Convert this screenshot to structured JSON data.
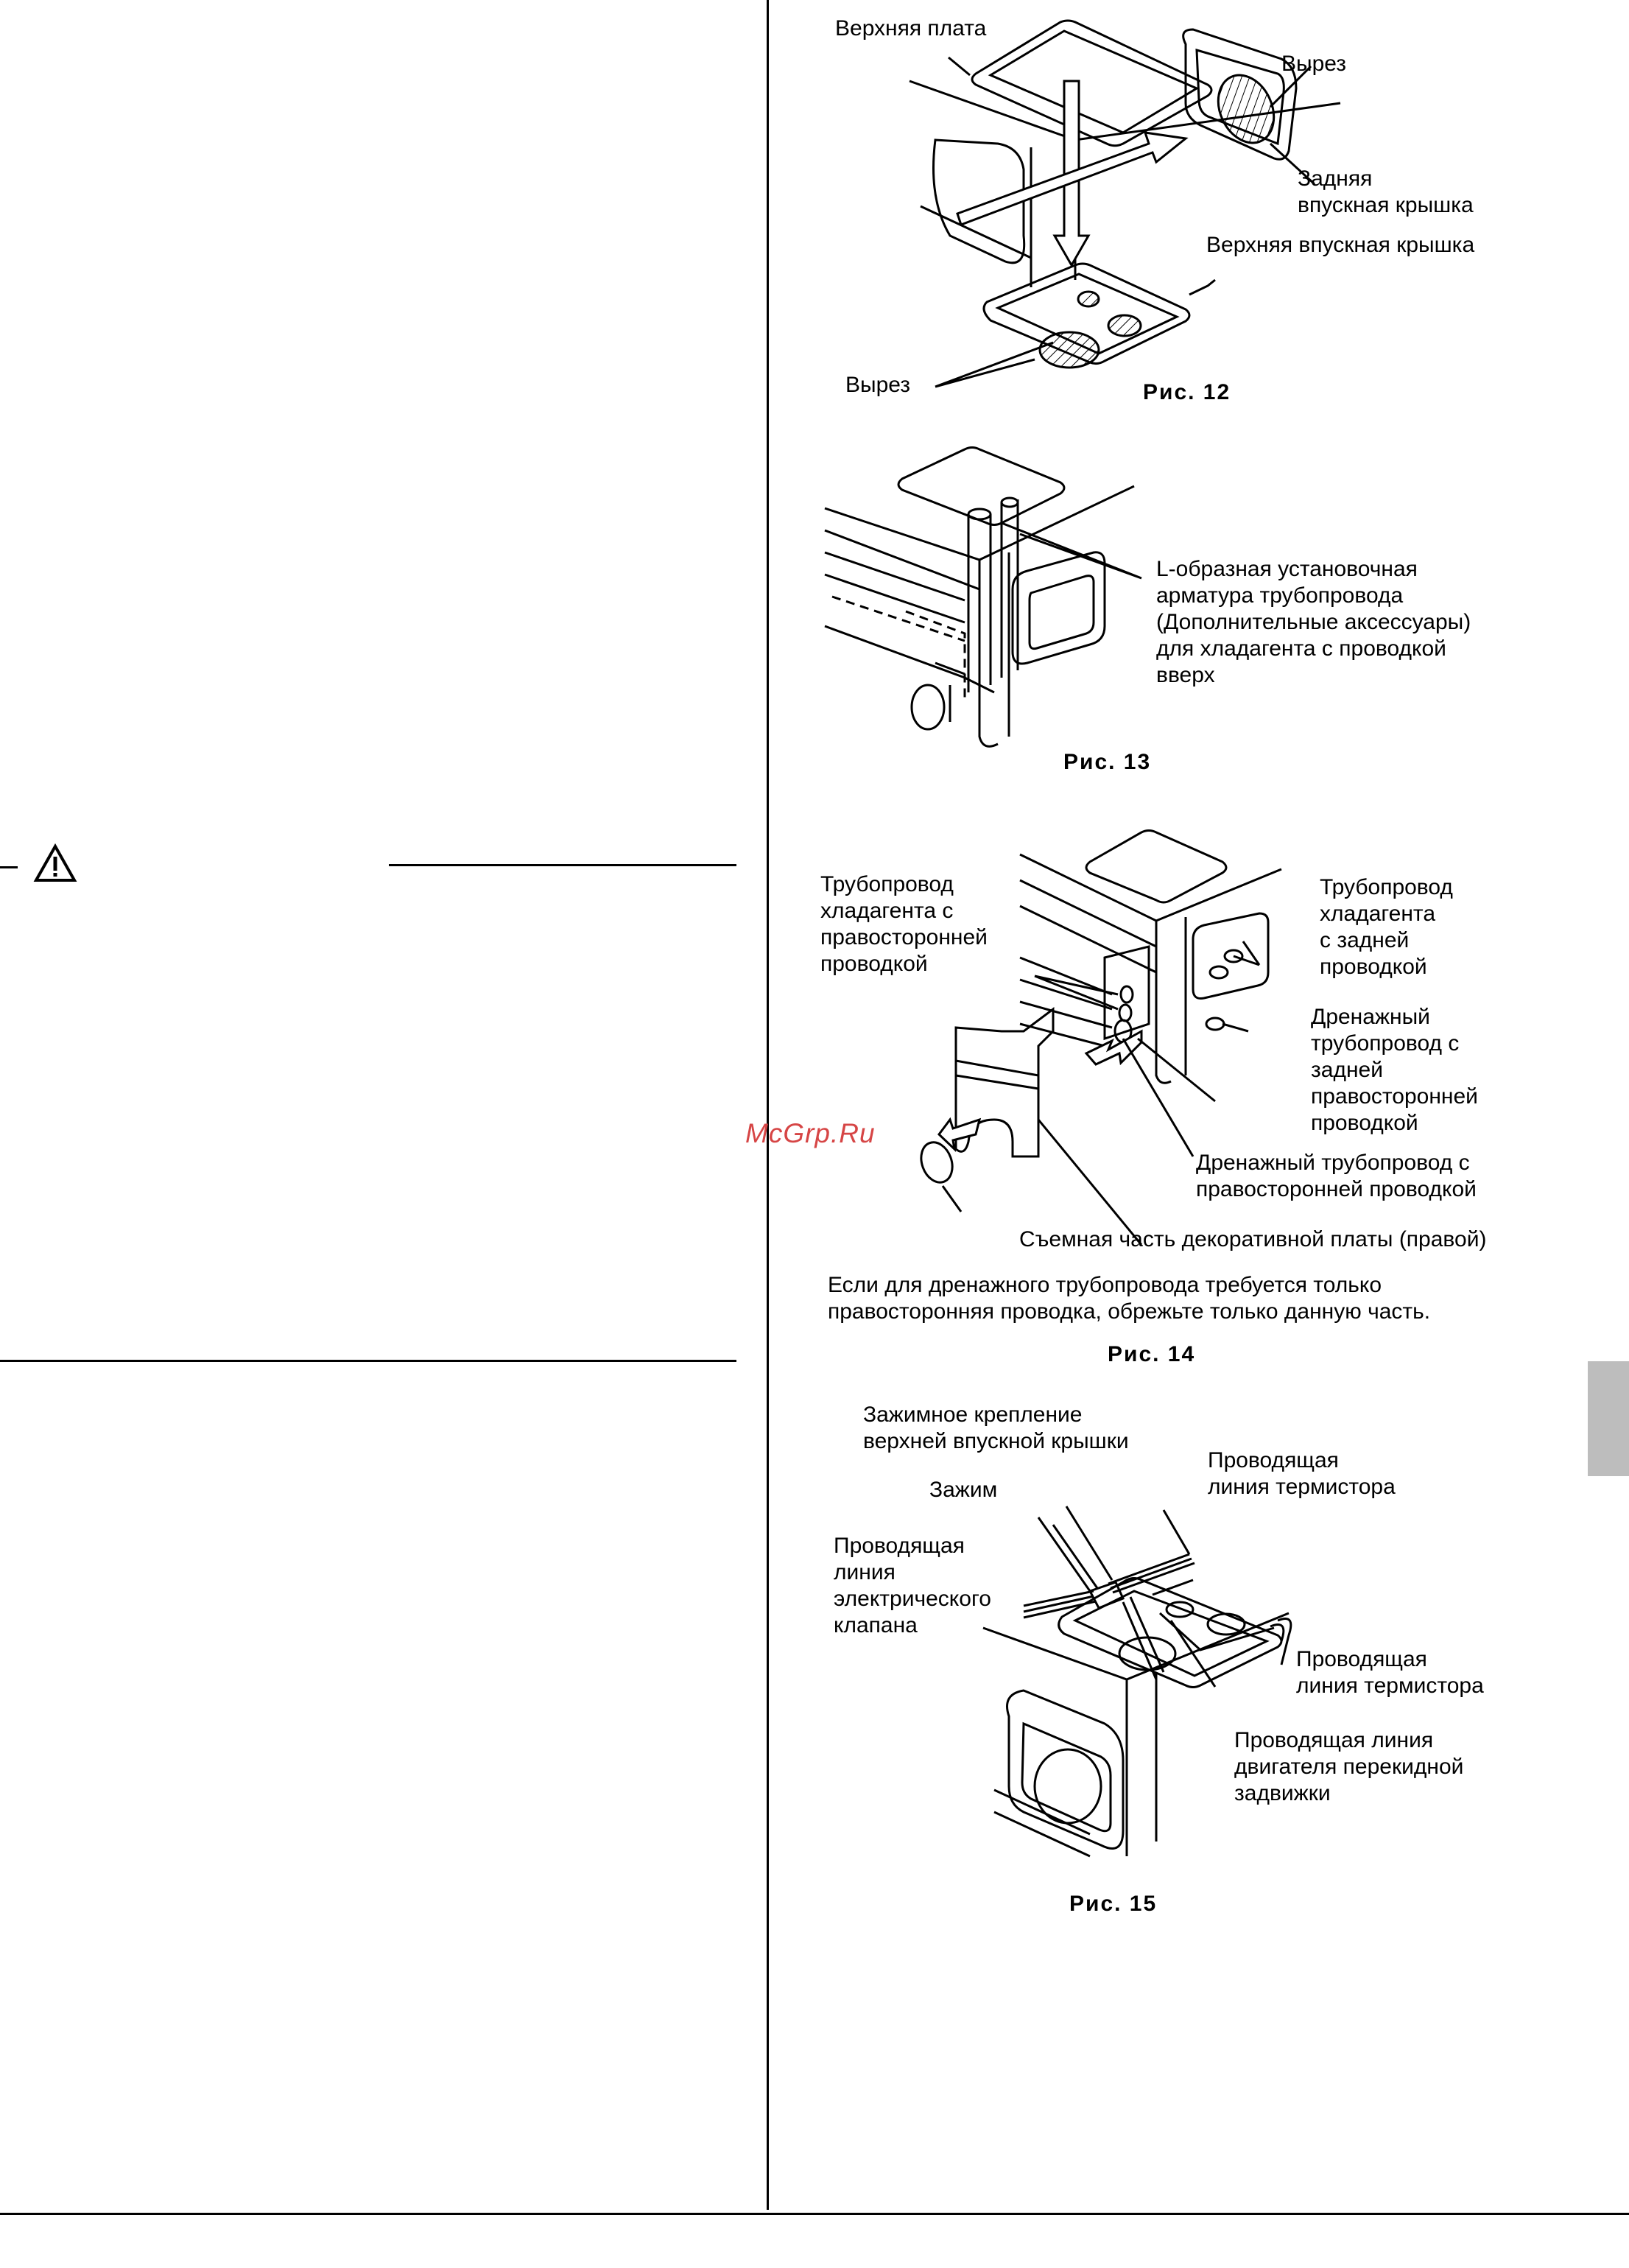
{
  "watermark": "McGrp.Ru",
  "fig12": {
    "caption": "Рис. 12",
    "top_panel": "Верхняя плата",
    "cutout_top": "Вырез",
    "rear_cover_l1": "Задняя",
    "rear_cover_l2": "впускная крышка",
    "upper_cover": "Верхняя впускная крышка",
    "cutout_bottom": "Вырез"
  },
  "fig13": {
    "caption": "Рис. 13",
    "lines": [
      "L-образная установочная",
      "арматура трубопровода",
      "(Дополнительные аксессуары)",
      "для хладагента с проводкой",
      "вверх"
    ]
  },
  "fig14": {
    "caption": "Рис. 14",
    "refrig_right": [
      "Трубопровод",
      "хладагента с",
      "правосторонней",
      "проводкой"
    ],
    "refrig_rear": [
      "Трубопровод",
      "хладагента",
      "с задней",
      "проводкой"
    ],
    "drain_rear": [
      "Дренажный",
      "трубопровод с",
      "задней",
      "правосторонней",
      "проводкой"
    ],
    "drain_right": [
      "Дренажный трубопровод с",
      "правосторонней проводкой"
    ],
    "removable": "Съемная часть декоративной платы (правой)",
    "note": [
      "Если для дренажного трубопровода требуется только",
      "правосторонняя проводка, обрежьте только данную часть."
    ]
  },
  "fig15": {
    "caption": "Рис. 15",
    "clamp_mount": [
      "Зажимное крепление",
      "верхней впускной крышки"
    ],
    "clamp": "Зажим",
    "thermistor_top": [
      "Проводящая",
      "линия термистора"
    ],
    "valve_line": [
      "Проводящая",
      "линия",
      "электрического",
      "клапана"
    ],
    "thermistor_right": [
      "Проводящая",
      "линия термистора"
    ],
    "damper_motor": [
      "Проводящая линия",
      "двигателя перекидной",
      "задвижки"
    ]
  }
}
